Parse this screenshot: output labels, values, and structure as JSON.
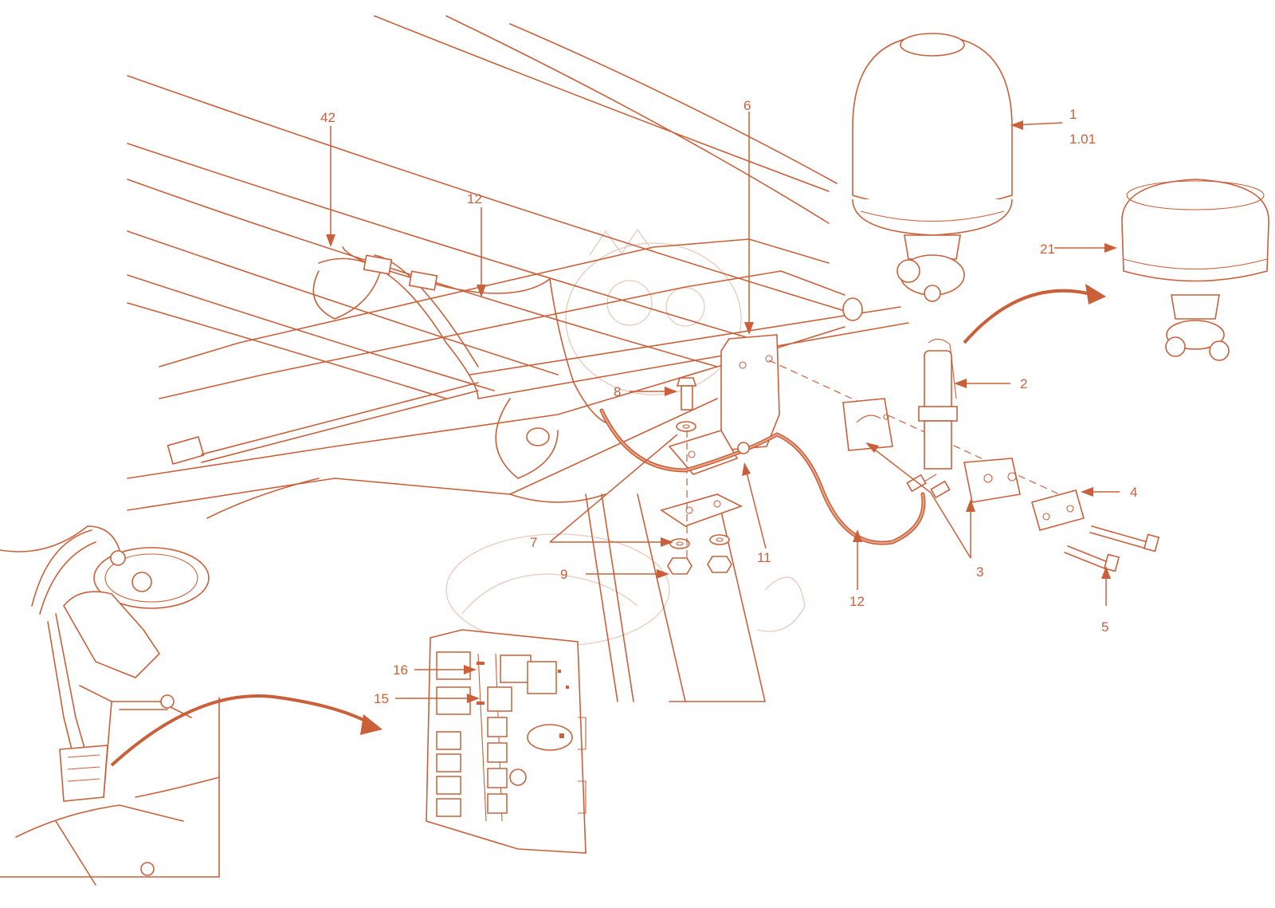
{
  "diagram": {
    "callouts": {
      "c1": "1",
      "c101": "1.01",
      "c2": "2",
      "c3": "3",
      "c4": "4",
      "c5": "5",
      "c6": "6",
      "c7": "7",
      "c8": "8",
      "c9": "9",
      "c11": "11",
      "c12_top": "12",
      "c12_bottom": "12",
      "c15": "15",
      "c16": "16",
      "c21": "21",
      "c42": "42"
    },
    "colors": {
      "line": "#c9603a",
      "background": "#ffffff"
    }
  }
}
